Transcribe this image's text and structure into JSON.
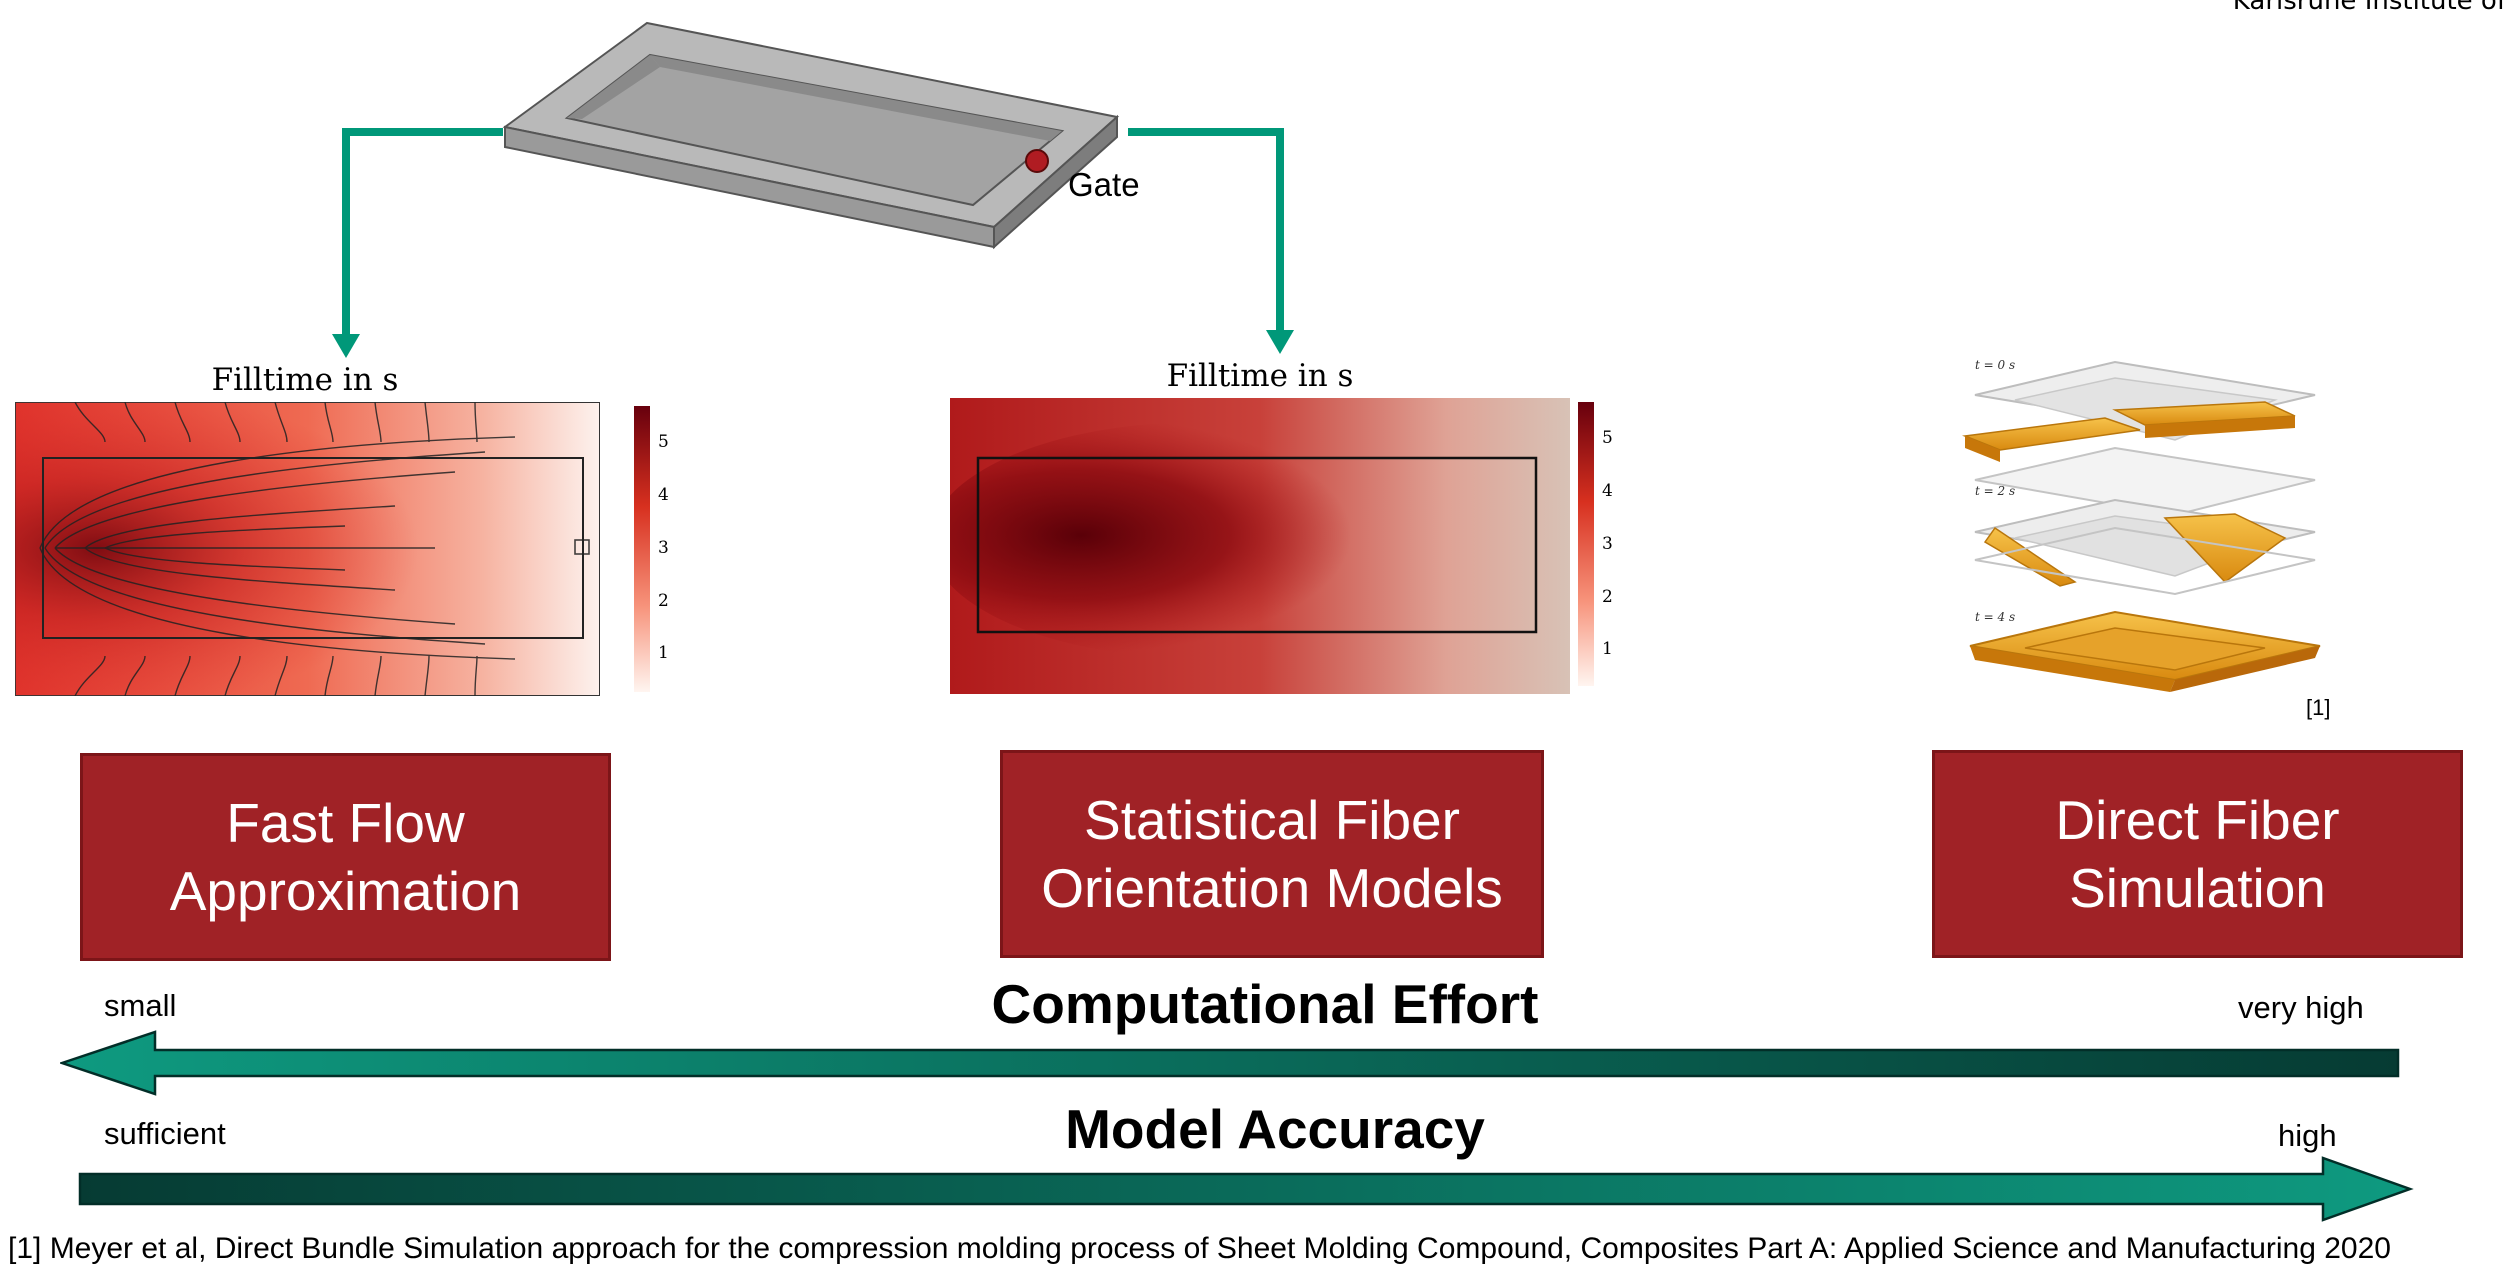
{
  "header": {
    "institute": "Karlsruhe Institute of"
  },
  "mold": {
    "gate_label": "Gate"
  },
  "plots": [
    {
      "title": "Filltime in s",
      "colorbar_ticks": [
        "5",
        "4",
        "3",
        "2",
        "1"
      ]
    },
    {
      "title": "Filltime in s",
      "colorbar_ticks": [
        "5",
        "4",
        "3",
        "2",
        "1"
      ]
    }
  ],
  "direct_sim": {
    "time_labels": [
      "t = 0 s",
      "t = 2 s",
      "t = 4 s"
    ],
    "reference": "[1]"
  },
  "methods": [
    {
      "label": "Fast Flow\nApproximation"
    },
    {
      "label": "Statistical Fiber\nOrientation Models"
    },
    {
      "label": "Direct Fiber\nSimulation"
    }
  ],
  "effort": {
    "title": "Computational Effort",
    "low": "small",
    "high": "very high"
  },
  "accuracy": {
    "title": "Model Accuracy",
    "low": "sufficient",
    "high": "high"
  },
  "citation": "[1] Meyer et al, Direct Bundle Simulation approach for the compression molding process of Sheet Molding Compound, Composites Part A: Applied Science and Manufacturing 2020",
  "colors": {
    "method_box": "#a02226",
    "flow_arrow": "#009879",
    "scale_arrow_light": "#0e9a80",
    "scale_arrow_dark": "#063b33"
  }
}
